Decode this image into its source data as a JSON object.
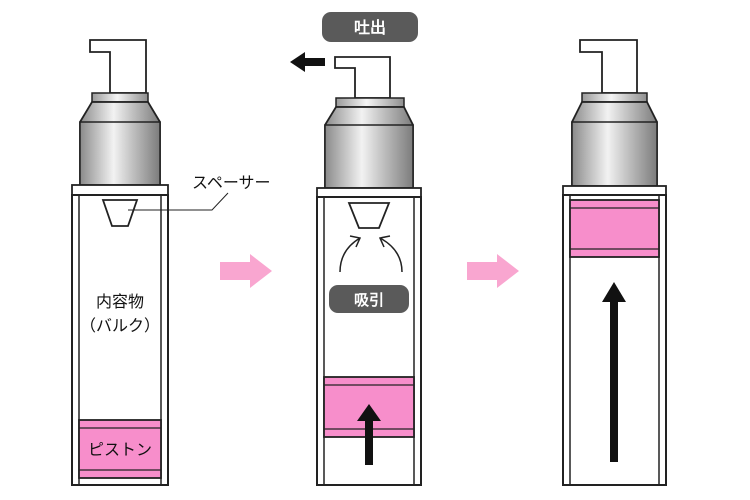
{
  "labels": {
    "spacer": "スペーサー",
    "contents_line1": "内容物",
    "contents_line2": "（バルク）",
    "piston": "ピストン",
    "discharge": "吐出",
    "suction": "吸引"
  },
  "colors": {
    "outline": "#222222",
    "piston_fill": "#f78ecb",
    "flow_arrow": "#f9a6d0",
    "pill_bg": "#5a5a5a",
    "cap_dark": "#8a8a8a",
    "cap_light": "#f2f2f2",
    "arrow_black": "#111111"
  },
  "icons": [
    "discharge-arrow-icon",
    "suction-curved-arrows-icon",
    "upward-arrow-icon",
    "step-arrow-icon"
  ]
}
